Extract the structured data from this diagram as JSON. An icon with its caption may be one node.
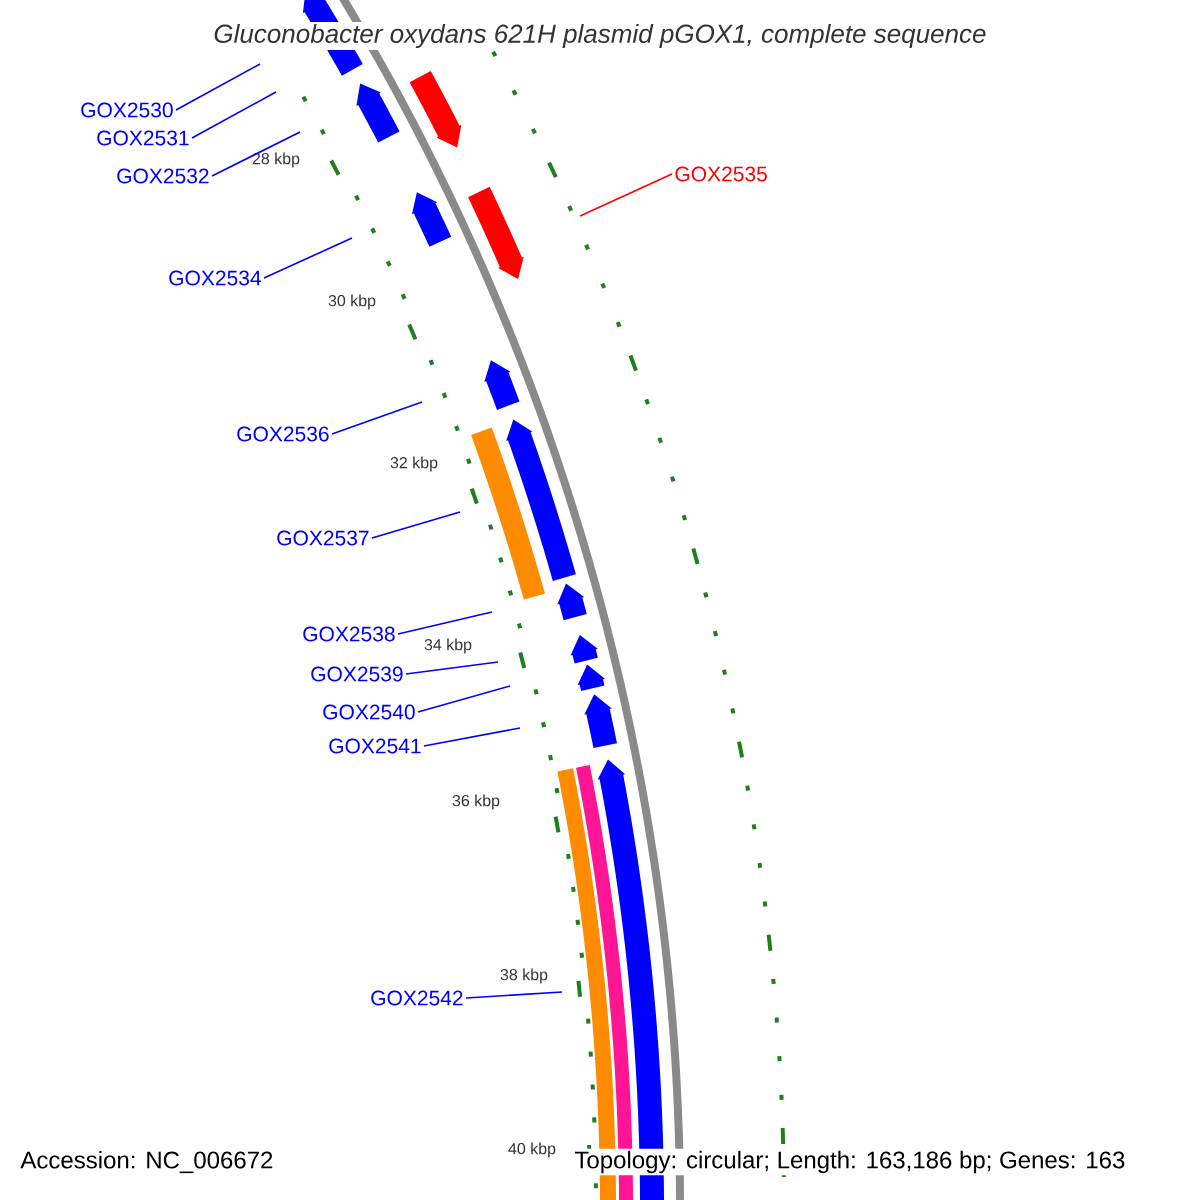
{
  "diagram": {
    "title": "Gluconobacter oxydans 621H plasmid pGOX1, complete sequence",
    "nodes": [
      {
        "text": [
          "GOX2530"
        ]
      },
      {
        "text": [
          "GOX2531"
        ]
      },
      {
        "text": [
          "GOX2532"
        ]
      },
      {
        "text": [
          "GOX2535"
        ]
      },
      {
        "text": [
          "GOX2534"
        ]
      },
      {
        "text": [
          "GOX2536"
        ]
      },
      {
        "text": [
          "GOX2537"
        ]
      },
      {
        "text": [
          "GOX2538"
        ]
      },
      {
        "text": [
          "GOX2539"
        ]
      },
      {
        "text": [
          "GOX2540"
        ]
      },
      {
        "text": [
          "GOX2541"
        ]
      },
      {
        "text": [
          "GOX2542"
        ]
      }
    ],
    "edges": [
      {
        "from": 0,
        "to": null,
        "arrow": "none"
      },
      {
        "from": 1,
        "to": null,
        "arrow": "none"
      },
      {
        "from": 2,
        "to": null,
        "arrow": "none"
      },
      {
        "from": 3,
        "to": null,
        "arrow": "none",
        "color": "#ff0000"
      },
      {
        "from": 4,
        "to": null,
        "arrow": "none"
      },
      {
        "from": 5,
        "to": null,
        "arrow": "none"
      },
      {
        "from": 6,
        "to": null,
        "arrow": "none"
      },
      {
        "from": 7,
        "to": null,
        "arrow": "none"
      },
      {
        "from": 8,
        "to": null,
        "arrow": "none"
      },
      {
        "from": 9,
        "to": null,
        "arrow": "none"
      },
      {
        "from": 10,
        "to": null,
        "arrow": "none"
      },
      {
        "from": 11,
        "to": null,
        "arrow": "none"
      }
    ],
    "labels": [
      "28 kbp",
      "30 kbp",
      "32 kbp",
      "34 kbp",
      "36 kbp",
      "38 kbp",
      "40 kbp",
      "Accession: NC_006672",
      "Topology: circular; Length: 163,186 bp; Genes: 163"
    ]
  }
}
